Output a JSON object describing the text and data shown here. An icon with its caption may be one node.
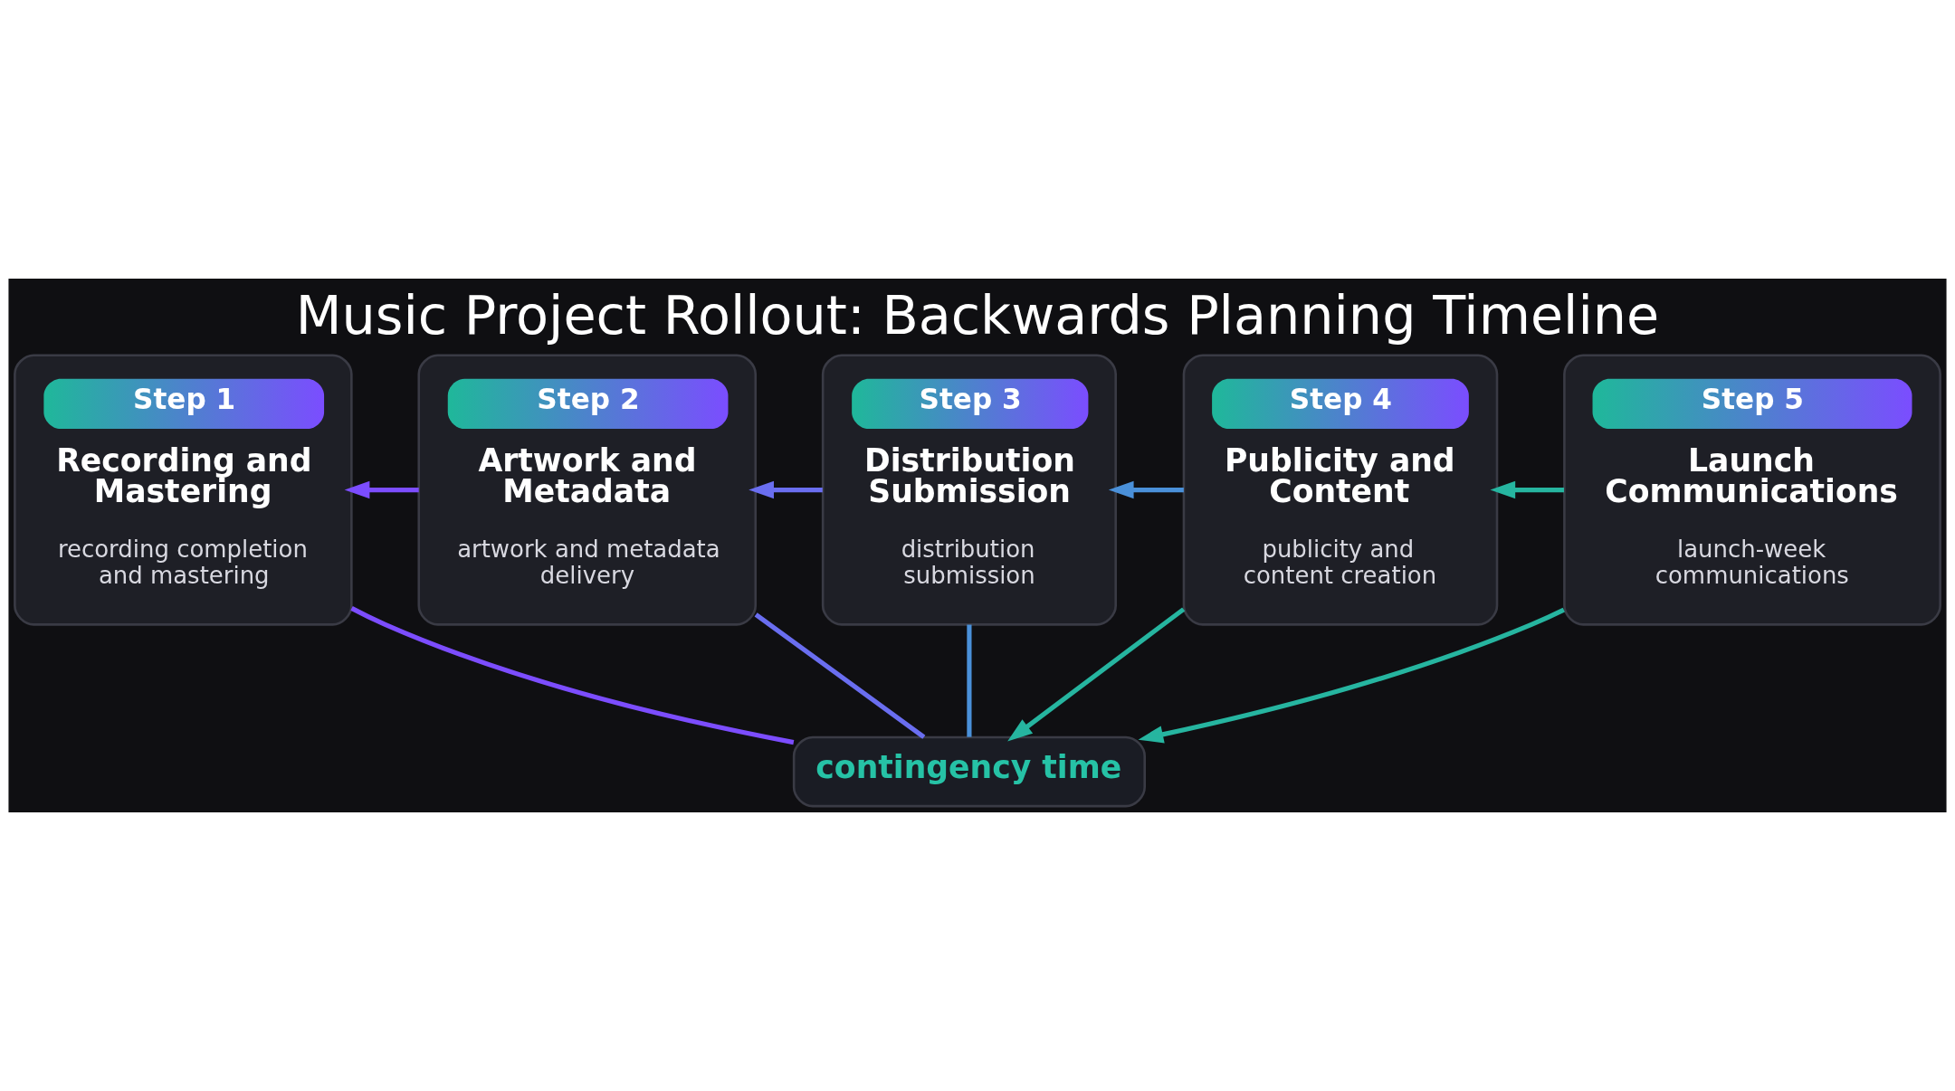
{
  "diagram": {
    "title": "Music Project Rollout: Backwards Planning Timeline",
    "nodes": [
      {
        "text": [
          "Step 1",
          "Recording and Mastering",
          "recording completion and mastering"
        ]
      },
      {
        "text": [
          "Step 2",
          "Artwork and Metadata",
          "artwork and metadata delivery"
        ]
      },
      {
        "text": [
          "Step 3",
          "Distribution Submission",
          "distribution submission"
        ]
      },
      {
        "text": [
          "Step 4",
          "Publicity and Content",
          "publicity and content creation"
        ]
      },
      {
        "text": [
          "Step 5",
          "Launch Communications",
          "launch-week communications"
        ]
      },
      {
        "text": [
          "contingency time"
        ]
      }
    ],
    "edges": [
      {
        "from": 1,
        "to": 0,
        "arrow": "to",
        "color": "#7c4dff"
      },
      {
        "from": 2,
        "to": 1,
        "arrow": "to",
        "color": "#6a6ef0"
      },
      {
        "from": 3,
        "to": 2,
        "arrow": "to",
        "color": "#4a90d9"
      },
      {
        "from": 4,
        "to": 3,
        "arrow": "to",
        "color": "#26b5a0"
      },
      {
        "from": 0,
        "to": 5,
        "arrow": "none",
        "color": "#7c4dff"
      },
      {
        "from": 1,
        "to": 5,
        "arrow": "none",
        "color": "#6a6ef0"
      },
      {
        "from": 2,
        "to": 5,
        "arrow": "none",
        "color": "#4a90d9"
      },
      {
        "from": 3,
        "to": 5,
        "arrow": "to",
        "color": "#26b5a0"
      },
      {
        "from": 4,
        "to": 5,
        "arrow": "to",
        "color": "#26b5a0"
      }
    ]
  }
}
